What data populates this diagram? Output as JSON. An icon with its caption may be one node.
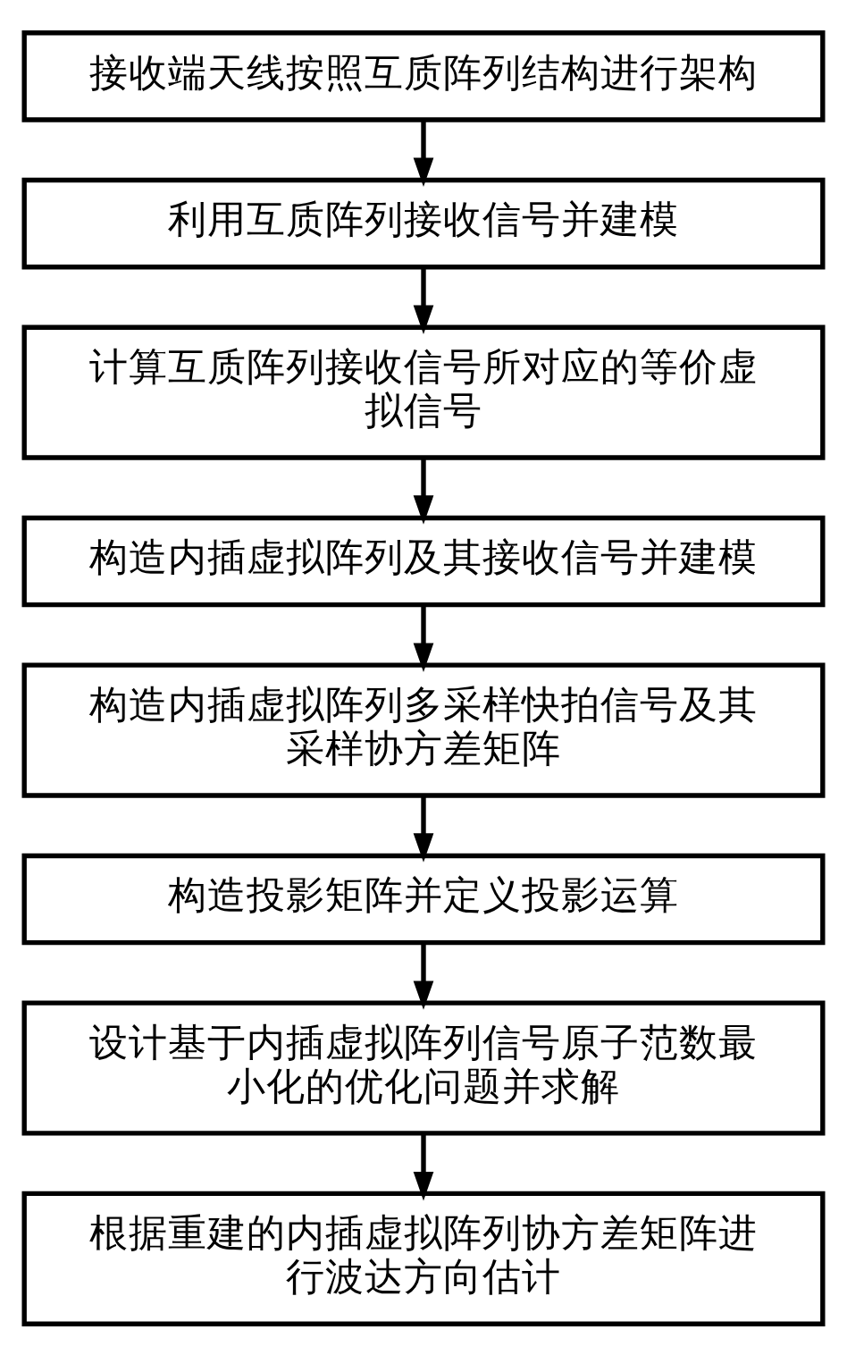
{
  "diagram": {
    "nodes": [
      {
        "text": [
          "接收端天线按照互质阵列结构进行架构"
        ]
      },
      {
        "text": [
          "利用互质阵列接收信号并建模"
        ]
      },
      {
        "text": [
          "计算互质阵列接收信号所对应的等价虚拟信号"
        ]
      },
      {
        "text": [
          "构造内插虚拟阵列及其接收信号并建模"
        ]
      },
      {
        "text": [
          "构造内插虚拟阵列多采样快拍信号及其采样协方差矩阵"
        ]
      },
      {
        "text": [
          "构造投影矩阵并定义投影运算"
        ]
      },
      {
        "text": [
          "设计基于内插虚拟阵列信号原子范数最小化的优化问题并求解"
        ]
      },
      {
        "text": [
          "根据重建的内插虚拟阵列协方差矩阵进行波达方向估计"
        ]
      }
    ],
    "edges": [
      {
        "from": 0,
        "to": 1,
        "arrow": "to"
      },
      {
        "from": 1,
        "to": 2,
        "arrow": "to"
      },
      {
        "from": 2,
        "to": 3,
        "arrow": "to"
      },
      {
        "from": 3,
        "to": 4,
        "arrow": "to"
      },
      {
        "from": 4,
        "to": 5,
        "arrow": "to"
      },
      {
        "from": 5,
        "to": 6,
        "arrow": "to"
      },
      {
        "from": 6,
        "to": 7,
        "arrow": "to"
      }
    ]
  }
}
